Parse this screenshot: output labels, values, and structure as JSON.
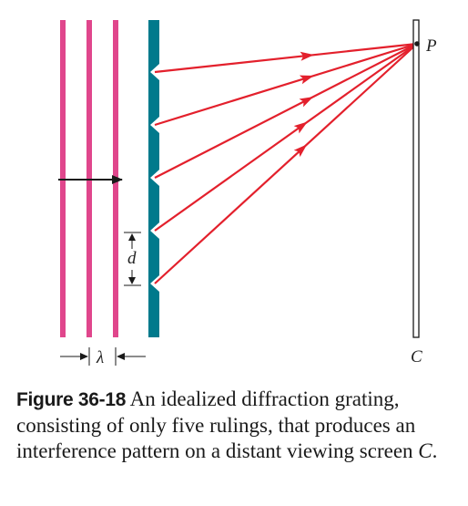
{
  "figure": {
    "labels": {
      "point": "P",
      "screen": "C",
      "spacing": "d",
      "wavelength": "λ"
    },
    "colors": {
      "wavefront": "#e0468c",
      "grating": "#007a8c",
      "ray": "#e3202c",
      "arrow": "#1a1a1a"
    },
    "ruling_count": 5
  },
  "caption": {
    "figure_number": "Figure 36-18",
    "text_before": "An idealized diffraction grating, consisting of only five rulings, that produces an interference pattern on a distant viewing screen",
    "screen_name": "C",
    "end": "."
  }
}
